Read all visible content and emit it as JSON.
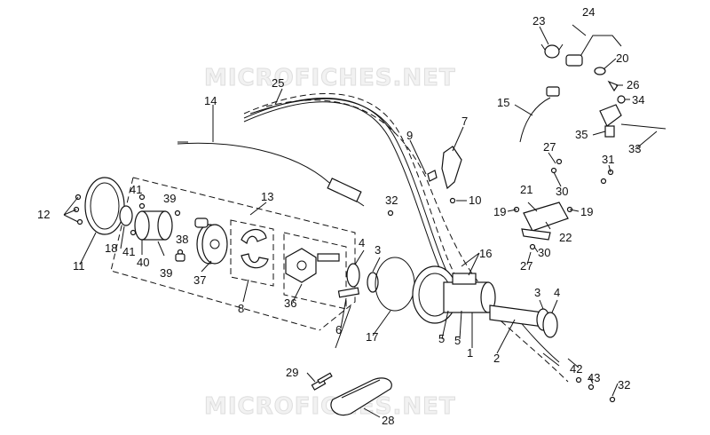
{
  "watermarks": [
    "MICROFICHES.NET",
    "MICROFICHES.NET"
  ],
  "callouts": [
    "1",
    "2",
    "3",
    "3",
    "4",
    "4",
    "5",
    "5",
    "6",
    "7",
    "8",
    "9",
    "10",
    "11",
    "12",
    "13",
    "14",
    "15",
    "16",
    "17",
    "18",
    "19",
    "19",
    "20",
    "21",
    "22",
    "23",
    "24",
    "25",
    "26",
    "27",
    "27",
    "28",
    "29",
    "30",
    "30",
    "31",
    "32",
    "32",
    "33",
    "34",
    "35",
    "36",
    "37",
    "38",
    "39",
    "39",
    "40",
    "41",
    "41",
    "42",
    "43"
  ]
}
